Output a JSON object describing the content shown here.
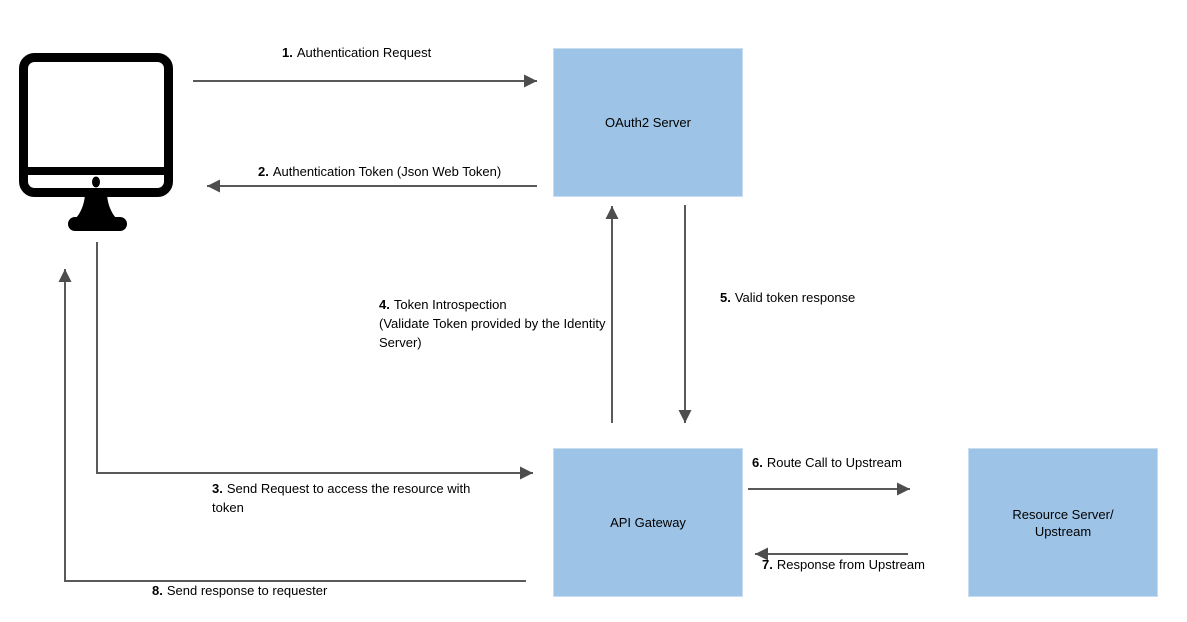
{
  "nodes": {
    "oauth2_server": {
      "label": "OAuth2 Server"
    },
    "api_gateway": {
      "label": "API Gateway"
    },
    "resource_server": {
      "label": "Resource Server/\nUpstream"
    },
    "client": {
      "icon": "desktop-computer-icon"
    }
  },
  "flows": [
    {
      "num": "1.",
      "text": "Authentication Request"
    },
    {
      "num": "2.",
      "text": "Authentication Token (Json Web Token)"
    },
    {
      "num": "3.",
      "text": "Send Request to access the resource with token"
    },
    {
      "num": "4.",
      "text": "Token Introspection\n(Validate Token provided by the Identity Server)"
    },
    {
      "num": "5.",
      "text": "Valid token response"
    },
    {
      "num": "6.",
      "text": "Route Call to Upstream"
    },
    {
      "num": "7.",
      "text": "Response from Upstream"
    },
    {
      "num": "8.",
      "text": "Send response to requester"
    }
  ],
  "colors": {
    "node_fill": "#9dc3e6",
    "node_border": "#c9ddf1",
    "arrow_line": "#595959",
    "arrow_head": "#4d4d4d",
    "icon": "#000000",
    "background": "#ffffff"
  }
}
